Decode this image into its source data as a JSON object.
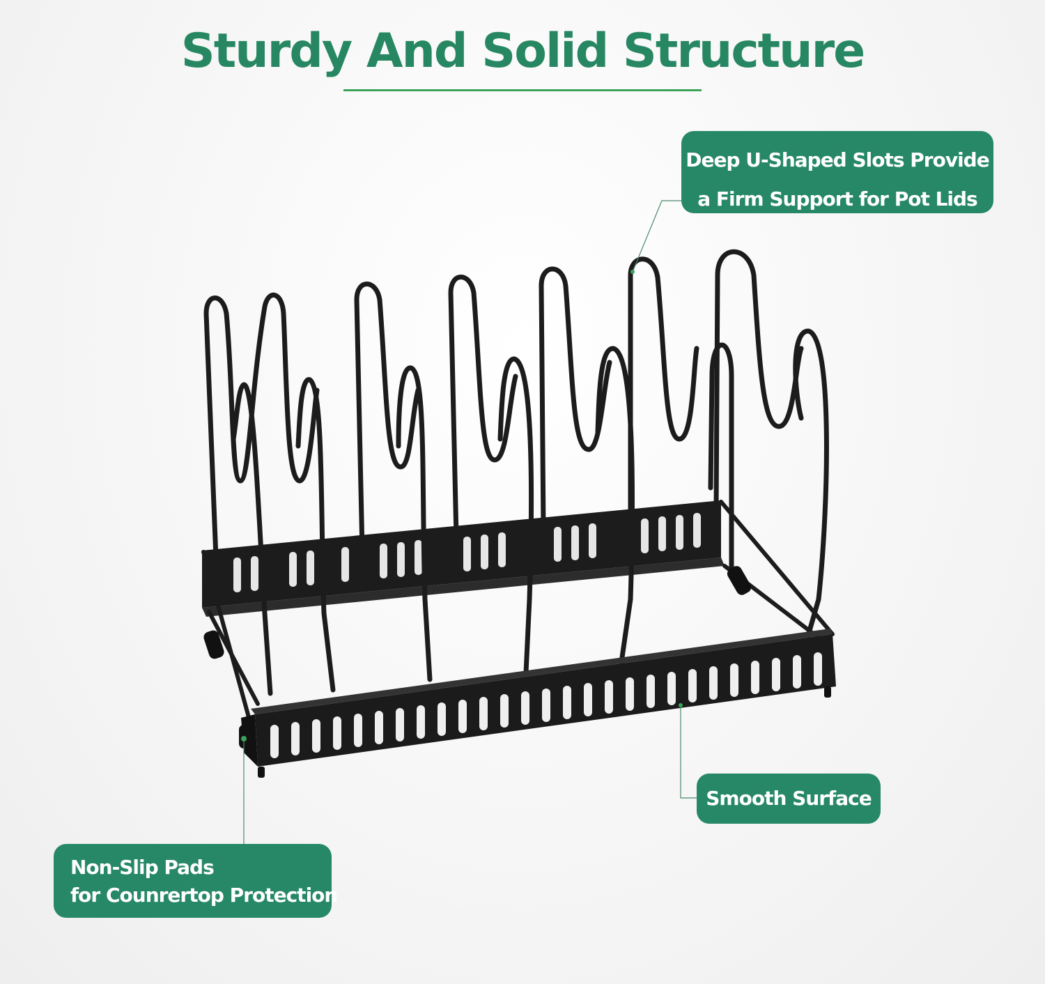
{
  "title": "Sturdy And Solid Structure",
  "callouts": {
    "lids": {
      "line1": "Deep U-Shaped Slots Provide",
      "line2": "a Firm Support for Pot Lids"
    },
    "smooth": {
      "text": "Smooth Surface"
    },
    "pads": {
      "line1": "Non-Slip Pads",
      "line2": "for Counrertop Protection"
    }
  },
  "colors": {
    "brand": "#268866",
    "title": "#278763",
    "accent": "#3aa35a",
    "metal": "#1c1c1c"
  },
  "product": {
    "name": "pot-lid-organizer-rack",
    "slot_count": 8
  }
}
